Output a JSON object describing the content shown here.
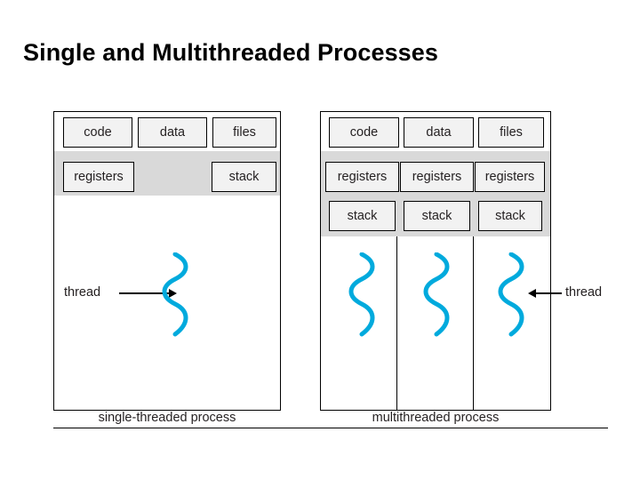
{
  "slide": {
    "title": "Single and Multithreaded Processes"
  },
  "diagram": {
    "single_process": {
      "caption": "single-threaded process",
      "top_row": [
        "code",
        "data",
        "files"
      ],
      "second_row": [
        "registers",
        "stack"
      ],
      "thread_label": "thread",
      "thread_count": 1
    },
    "multi_process": {
      "caption": "multithreaded process",
      "top_row": [
        "code",
        "data",
        "files"
      ],
      "registers_row": [
        "registers",
        "registers",
        "registers"
      ],
      "stack_row": [
        "stack",
        "stack",
        "stack"
      ],
      "thread_label": "thread",
      "thread_count": 3
    },
    "colors": {
      "thread_squiggle": "#00aadd",
      "band_fill": "#d9d9d9",
      "box_fill": "#f2f2f2",
      "outline": "#000000",
      "text": "#231f20"
    },
    "icons": {
      "thread_arrow_right": "arrow-right-icon",
      "thread_arrow_left": "arrow-left-icon",
      "thread_squiggle": "squiggle-icon"
    }
  }
}
